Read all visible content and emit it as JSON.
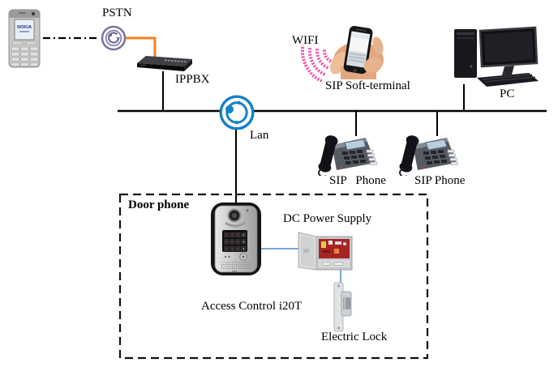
{
  "labels": {
    "pstn": "PSTN",
    "ippbx": "IPPBX",
    "lan": "Lan",
    "wifi": "WIFI",
    "sip_soft_terminal": "SIP Soft-terminal",
    "pc": "PC",
    "sip_phone_left": "SIP   Phone",
    "sip_phone_right": "SIP Phone",
    "door_phone_zone": "Door phone",
    "dc_power_supply": "DC Power Supply",
    "access_control": "Access Control i20T",
    "electric_lock": "Electric Lock",
    "nokia_brand": "NOKIA"
  },
  "colors": {
    "pstn_trunk_link": "#F08223",
    "lan_node_blue": "#1581C6",
    "pstn_node_purple": "#7B76A3",
    "wifi_waves_pink": "#F054AE",
    "low_voltage_link_blue": "#7BA7D7",
    "network_line": "#000000"
  },
  "connections": [
    {
      "from": "mobile-phone",
      "to": "pstn-node",
      "style": "dash-dot black"
    },
    {
      "from": "pstn-node",
      "to": "ippbx",
      "style": "solid orange"
    },
    {
      "from": "ippbx",
      "to": "lan-bus",
      "style": "solid black"
    },
    {
      "from": "lan-bus",
      "to": "lan-node",
      "style": "solid black"
    },
    {
      "from": "lan-node",
      "to": "access-control-i20t",
      "style": "solid black"
    },
    {
      "from": "lan-bus",
      "to": "sip-phone-left",
      "style": "solid black"
    },
    {
      "from": "lan-bus",
      "to": "sip-phone-right",
      "style": "solid black"
    },
    {
      "from": "lan-bus",
      "to": "pc",
      "style": "solid black"
    },
    {
      "from": "sip-soft-terminal",
      "to": "lan-bus",
      "style": "wireless wifi"
    },
    {
      "from": "access-control-i20t",
      "to": "dc-power-supply",
      "style": "solid light-blue"
    },
    {
      "from": "dc-power-supply",
      "to": "electric-lock",
      "style": "solid light-blue"
    }
  ]
}
